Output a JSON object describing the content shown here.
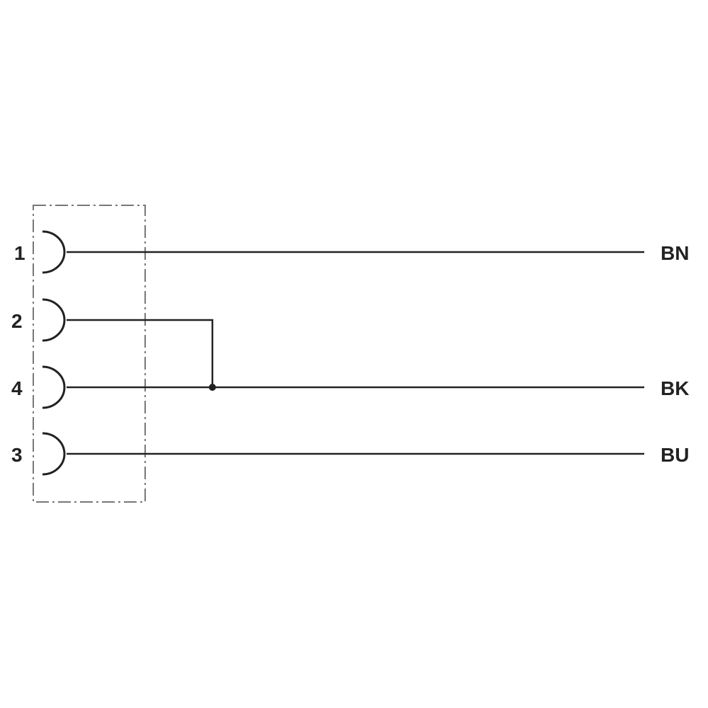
{
  "pins": [
    {
      "number": "1",
      "wire": "BN"
    },
    {
      "number": "2",
      "wire": ""
    },
    {
      "number": "4",
      "wire": "BK"
    },
    {
      "number": "3",
      "wire": "BU"
    }
  ],
  "colors": {
    "line": "#222222",
    "box": "#666666"
  }
}
